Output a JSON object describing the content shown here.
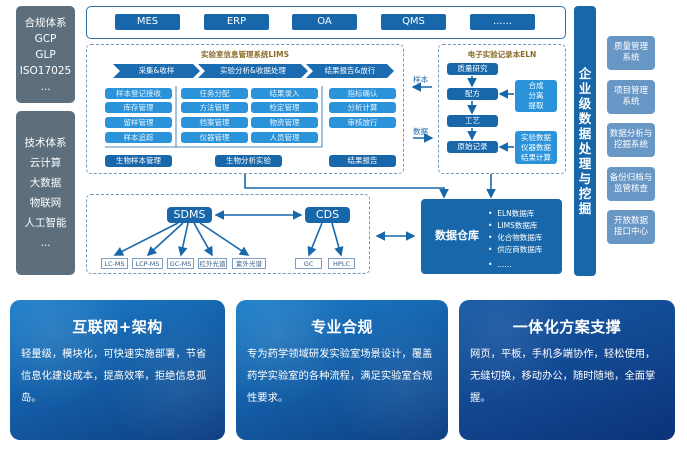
{
  "left_panels": {
    "compliance": [
      "合规体系",
      "GCP",
      "GLP",
      "ISO17025",
      "..."
    ],
    "technology": [
      "技术体系",
      "云计算",
      "大数据",
      "物联网",
      "人工智能",
      "..."
    ]
  },
  "top_systems": [
    "MES",
    "ERP",
    "OA",
    "QMS",
    "......"
  ],
  "lims": {
    "title": "实验室信息管理系统LIMS",
    "stages": [
      "采集&收样",
      "实验分析&收据处理",
      "结果报告&放行"
    ],
    "col1": [
      "样本登记接收",
      "库存管理",
      "留样管理",
      "样本追踪"
    ],
    "col2": [
      "任务分配",
      "方法管理",
      "档案管理",
      "仪器管理"
    ],
    "col3": [
      "结果录入",
      "检定管理",
      "物资管理",
      "人员管理"
    ],
    "col4": [
      "指标确认",
      "分析计算",
      "审核放行"
    ],
    "bottom": [
      "生物样本管理",
      "生物分析实验",
      "结果报告"
    ]
  },
  "links": {
    "sample": "样本",
    "data": "数据"
  },
  "eln": {
    "title": "电子实验记录本ELN",
    "flow": [
      "质量研究",
      "配方",
      "工艺",
      "原始记录"
    ],
    "side1": [
      "合成",
      "分离",
      "提取"
    ],
    "side2": [
      "实验数据",
      "仪器数据",
      "结果计算"
    ]
  },
  "enterprise_bar": "企业级数据处理与挖掘",
  "right_systems": [
    [
      "质量管理",
      "系统"
    ],
    [
      "项目管理",
      "系统"
    ],
    [
      "数据分析与",
      "挖掘系统"
    ],
    [
      "备份归档与",
      "监管核查"
    ],
    [
      "开放数据",
      "接口中心"
    ]
  ],
  "sdms": {
    "sdms_label": "SDMS",
    "cds_label": "CDS",
    "sdms_instruments": [
      "LC-MS",
      "LCP-MS",
      "GC-MS",
      "红外光谱",
      "紫外光谱"
    ],
    "cds_instruments": [
      "GC",
      "HPLC"
    ]
  },
  "data_warehouse": {
    "title": "数据仓库",
    "items": [
      "ELN数据库",
      "LIMS数据库",
      "化合物数据库",
      "供应商数据库",
      "......"
    ]
  },
  "cards": [
    {
      "title": "互联网+架构",
      "text": "轻量级，模块化，可快速实施部署，节省信息化建设成本，提高效率，拒绝信息孤岛。"
    },
    {
      "title": "专业合规",
      "text": "专为药学领域研发实验室场景设计，覆盖药学实验室的各种流程，满足实验室合规性要求。"
    },
    {
      "title": "一体化方案支撑",
      "text": "网页，平板，手机多端协作，轻松使用，无缝切换，移动办公，随时随地，全面掌握。"
    }
  ],
  "colors": {
    "primary": "#1767aa",
    "light": "#2a93d9",
    "gray": "#5d6f7c",
    "side": "#6897c6",
    "gold": "#8a6d2a"
  }
}
